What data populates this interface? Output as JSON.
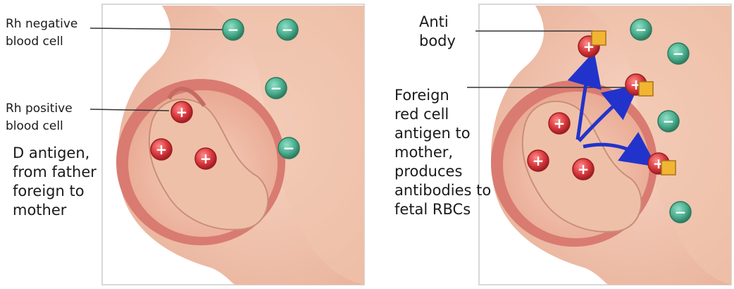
{
  "panels": [
    {
      "id": "left",
      "labels": [
        {
          "key": "rh-negative-label",
          "text": "Rh negative\nblood cell"
        },
        {
          "key": "rh-positive-label",
          "text": "Rh positive\nblood cell"
        },
        {
          "key": "d-antigen-label",
          "text": "D antigen,\nfrom father\nforeign to\nmother"
        }
      ],
      "cells": [
        {
          "type": "negative"
        },
        {
          "type": "negative"
        },
        {
          "type": "negative"
        },
        {
          "type": "negative"
        },
        {
          "type": "positive"
        },
        {
          "type": "positive"
        },
        {
          "type": "positive"
        }
      ]
    },
    {
      "id": "right",
      "labels": [
        {
          "key": "antibody-label",
          "text": "Anti\nbody"
        },
        {
          "key": "foreign-antigen-label",
          "text": "Foreign\nred cell\nantigen to\nmother,\nproduces\nantibodies to\nfetal RBCs"
        }
      ],
      "cells": [
        {
          "type": "negative"
        },
        {
          "type": "negative"
        },
        {
          "type": "negative"
        },
        {
          "type": "negative"
        },
        {
          "type": "positive"
        },
        {
          "type": "positive"
        },
        {
          "type": "positive"
        },
        {
          "type": "positive-bound"
        },
        {
          "type": "positive-bound"
        },
        {
          "type": "positive-bound"
        }
      ]
    }
  ],
  "symbols": {
    "negative": "−",
    "positive": "+"
  },
  "colors": {
    "skin": "#f2c7b2",
    "skin_dark": "#e3a58d",
    "uterus": "#d97b71",
    "fetus": "#efc0a8",
    "negative_cell": "#4caf8f",
    "positive_cell": "#d93a3e",
    "antibody": "#f1b533",
    "arrow": "#2233cc"
  }
}
